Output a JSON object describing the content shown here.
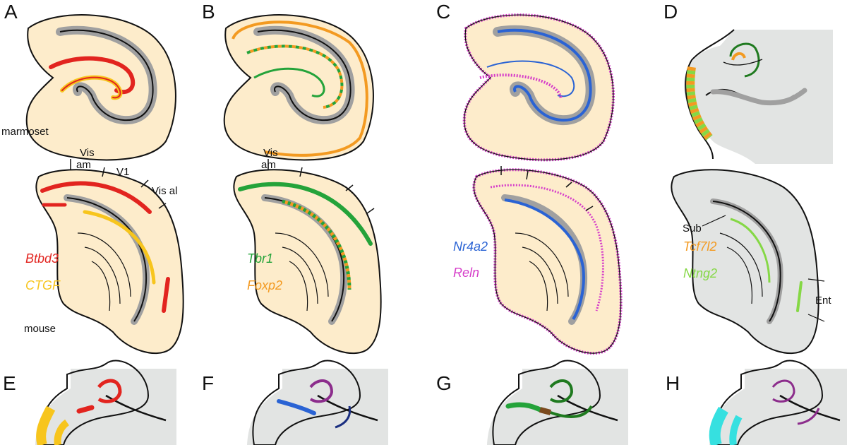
{
  "colors": {
    "cream": "#fdeccb",
    "gray_bg": "#e2e4e3",
    "gray_band": "#a0a0a0",
    "line": "#111111",
    "red": "#e2241f",
    "yellow": "#f7c51d",
    "green": "#24a33a",
    "orange": "#f39a21",
    "blue": "#2a63d4",
    "magenta": "#d63ec9",
    "light_green": "#85d845",
    "dark_green": "#1f7a1f",
    "purple": "#8c2d8c",
    "navy": "#1a2e80",
    "brown": "#7b4a1e",
    "cyan": "#36e0e0"
  },
  "panels": {
    "A": {
      "letter": "A",
      "species_top": "marmoset",
      "species_bottom": "mouse",
      "labels": [
        "Vis",
        "am",
        "V1",
        "Vis al"
      ],
      "genes": [
        "Btbd3",
        "CTGF"
      ]
    },
    "B": {
      "letter": "B",
      "labels": [
        "Vis",
        "am"
      ],
      "genes": [
        "Tbr1",
        "Foxp2"
      ]
    },
    "C": {
      "letter": "C",
      "genes": [
        "Nr4a2",
        "Reln"
      ]
    },
    "D": {
      "letter": "D",
      "labels": [
        "Sub",
        "Ent"
      ],
      "genes": [
        "Tcf7l2",
        "Ntng2"
      ]
    },
    "E": {
      "letter": "E"
    },
    "F": {
      "letter": "F"
    },
    "G": {
      "letter": "G"
    },
    "H": {
      "letter": "H"
    }
  }
}
